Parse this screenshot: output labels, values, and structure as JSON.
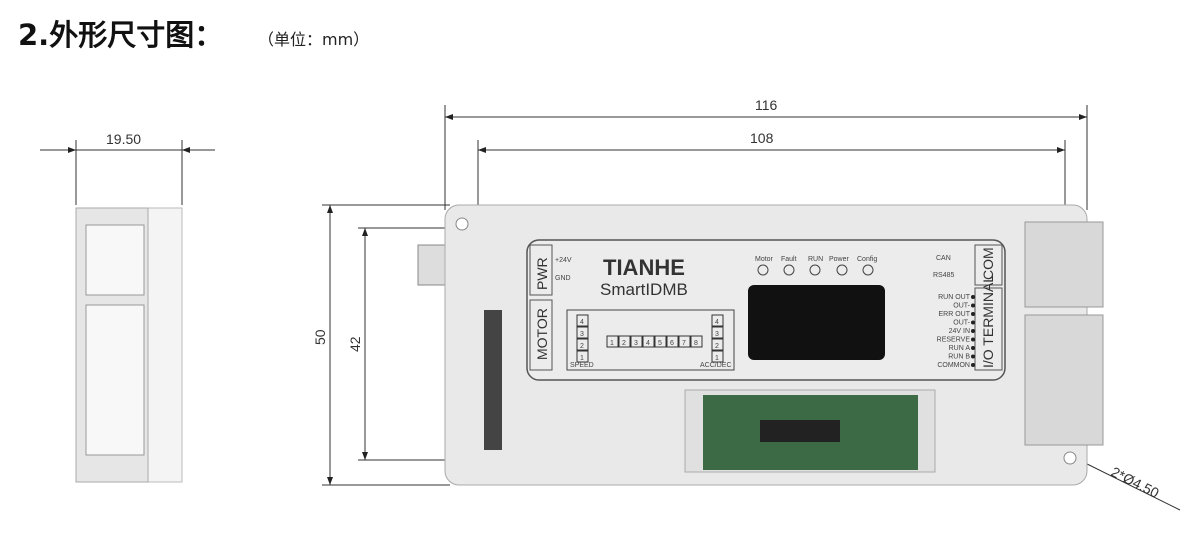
{
  "header": {
    "title": "2.外形尺寸图：",
    "unit": "（单位：mm）"
  },
  "dimensions": {
    "side_width": "19.50",
    "total_length": "116",
    "hole_spacing": "108",
    "total_height": "50",
    "hole_height": "42",
    "holes": "2*Ø4.50"
  },
  "device": {
    "brand": "TIANHE",
    "model": "SmartIDMB",
    "pwr_label": "PWR",
    "pwr_pins": [
      "+24V",
      "GND"
    ],
    "motor_label": "MOTOR",
    "leds": [
      "Motor",
      "Fault",
      "RUN",
      "Power",
      "Config"
    ],
    "dip_numbers": [
      "1",
      "2",
      "3",
      "4",
      "5",
      "6",
      "7",
      "8"
    ],
    "side_numbers": [
      "4",
      "3",
      "2",
      "1"
    ],
    "dip_left_caption": "SPEED",
    "dip_right_caption": "ACC/DEC",
    "com_label": "COM",
    "com_pins": [
      "CAN",
      "RS485"
    ],
    "io_label": "I/O TERMINAL",
    "io_pins": [
      "RUN OUT",
      "OUT-",
      "ERR OUT",
      "OUT-",
      "24V IN",
      "RESERVE",
      "RUN A",
      "RUN B",
      "COMMON"
    ]
  }
}
